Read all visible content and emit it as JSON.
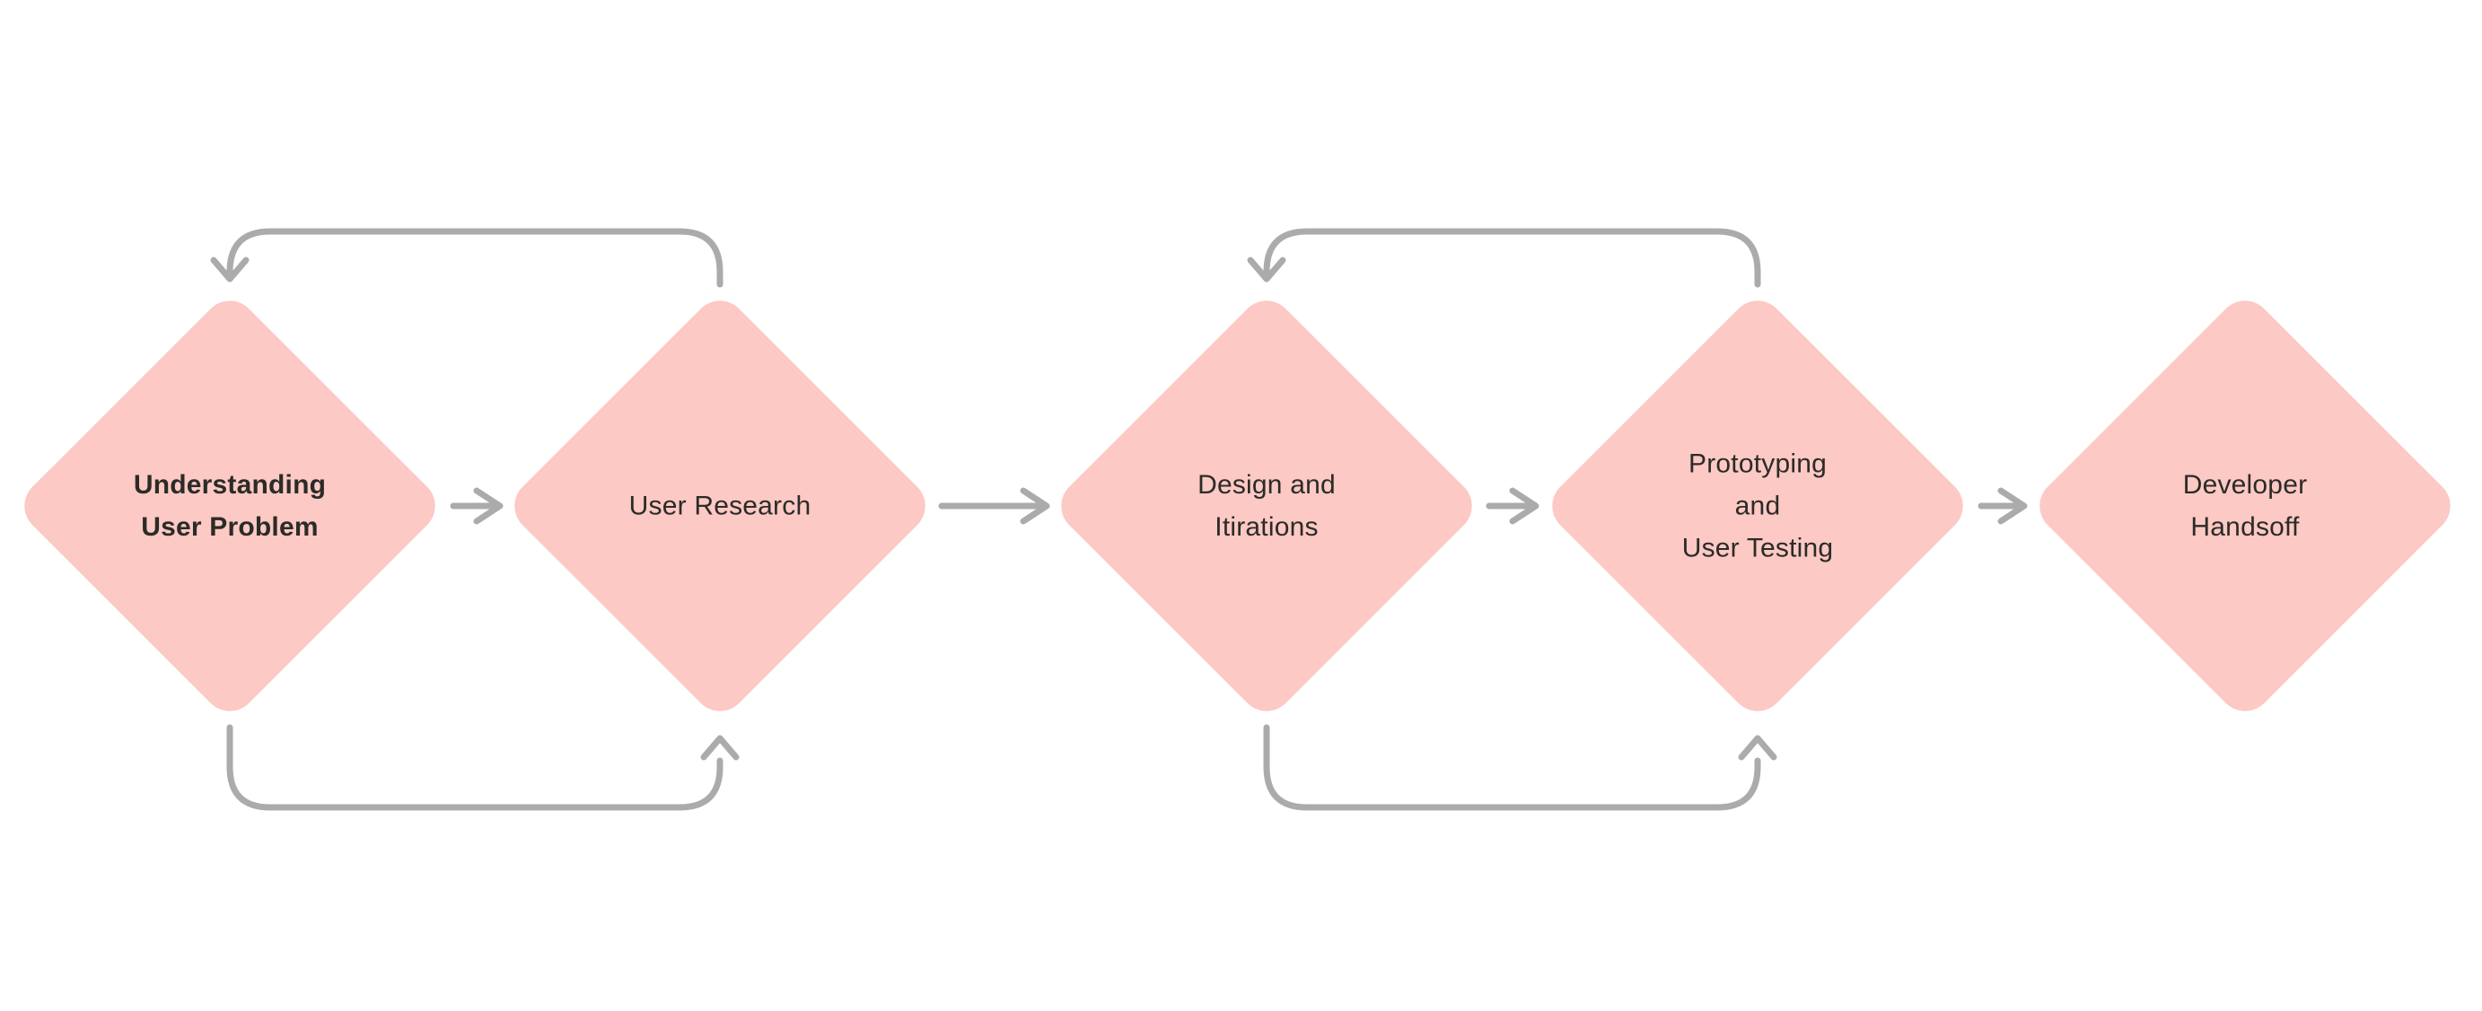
{
  "colors": {
    "canvas_bg": "#ffffff",
    "node_fill": "#fcc9c4",
    "connector": "#ababab",
    "text": "#2b2b28"
  },
  "nodes": [
    {
      "id": "understanding-user-problem",
      "lines": [
        "Understanding",
        "User Problem"
      ],
      "emphasis": true
    },
    {
      "id": "user-research",
      "lines": [
        "User Research"
      ],
      "emphasis": false
    },
    {
      "id": "design-and-itirations",
      "lines": [
        "Design and",
        "Itirations"
      ],
      "emphasis": false
    },
    {
      "id": "prototyping-and-user-testing",
      "lines": [
        "Prototyping",
        "and",
        "User Testing"
      ],
      "emphasis": false
    },
    {
      "id": "developer-handsoff",
      "lines": [
        "Developer",
        "Handsoff"
      ],
      "emphasis": false
    }
  ],
  "connections": [
    {
      "from": "understanding-user-problem",
      "to": "user-research",
      "type": "straight-arrow"
    },
    {
      "from": "user-research",
      "to": "design-and-itirations",
      "type": "straight-arrow"
    },
    {
      "from": "design-and-itirations",
      "to": "prototyping-and-user-testing",
      "type": "straight-arrow"
    },
    {
      "from": "prototyping-and-user-testing",
      "to": "developer-handsoff",
      "type": "straight-arrow"
    },
    {
      "from": "user-research",
      "to": "understanding-user-problem",
      "type": "loop-top-arrow"
    },
    {
      "from": "understanding-user-problem",
      "to": "user-research",
      "type": "loop-bottom-arrow"
    },
    {
      "from": "prototyping-and-user-testing",
      "to": "design-and-itirations",
      "type": "loop-top-arrow"
    },
    {
      "from": "design-and-itirations",
      "to": "prototyping-and-user-testing",
      "type": "loop-bottom-arrow"
    }
  ]
}
